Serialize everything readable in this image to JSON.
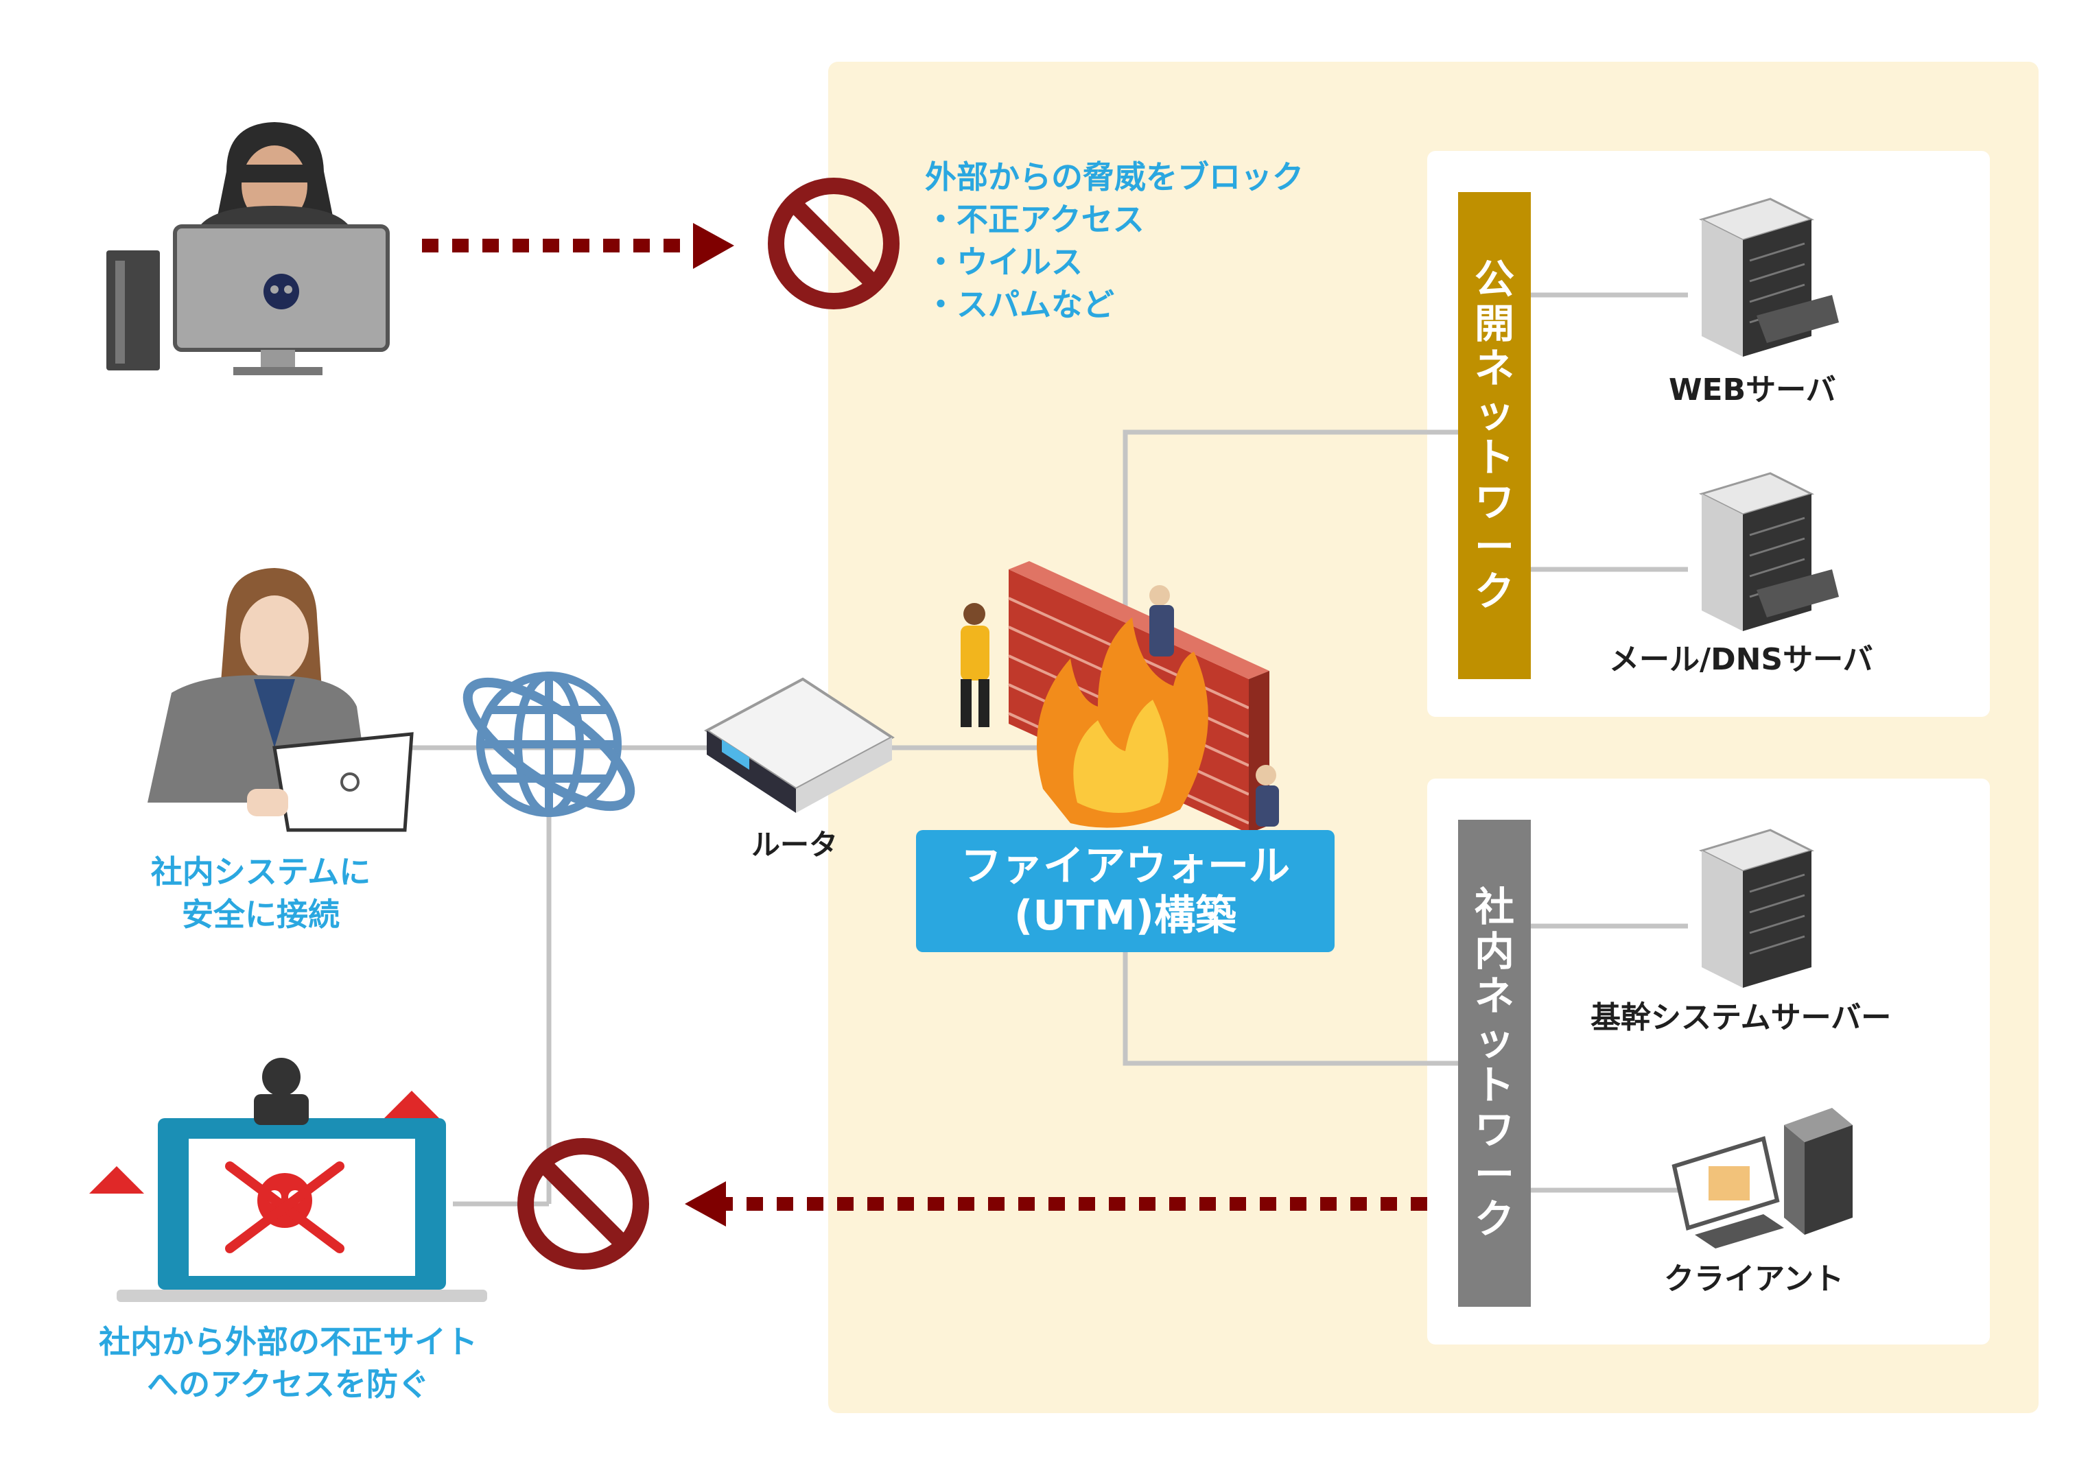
{
  "threat_block": {
    "title": "外部からの脅威をブロック",
    "items": [
      "・不正アクセス",
      "・ウイルス",
      "・スパムなど"
    ]
  },
  "public_network": {
    "label_chars": [
      "公",
      "開",
      "ネ",
      "ッ",
      "ト",
      "ワ",
      "ー",
      "ク"
    ],
    "web_server": "WEBサーバ",
    "mail_server": "メール/DNSサーバ"
  },
  "internal_network": {
    "label_chars": [
      "社",
      "内",
      "ネ",
      "ッ",
      "ト",
      "ワ",
      "ー",
      "ク"
    ],
    "core_server": "基幹システムサーバー",
    "client": "クライアント"
  },
  "router": "ルータ",
  "firewall": {
    "line1": "ファイアウォール",
    "line2": "(UTM)構築"
  },
  "secure_user": {
    "line1": "社内システムに",
    "line2": "安全に接続"
  },
  "prevent": {
    "line1": "社内から外部の不正サイト",
    "line2": "へのアクセスを防ぐ"
  },
  "colors": {
    "zone_bg": "#fdf3d8",
    "public_bar": "#bf9000",
    "internal_bar": "#7f7f7f",
    "firewall_box": "#2aa7e0",
    "arrow": "#7f0000",
    "text_blue": "#2aa7e0"
  }
}
